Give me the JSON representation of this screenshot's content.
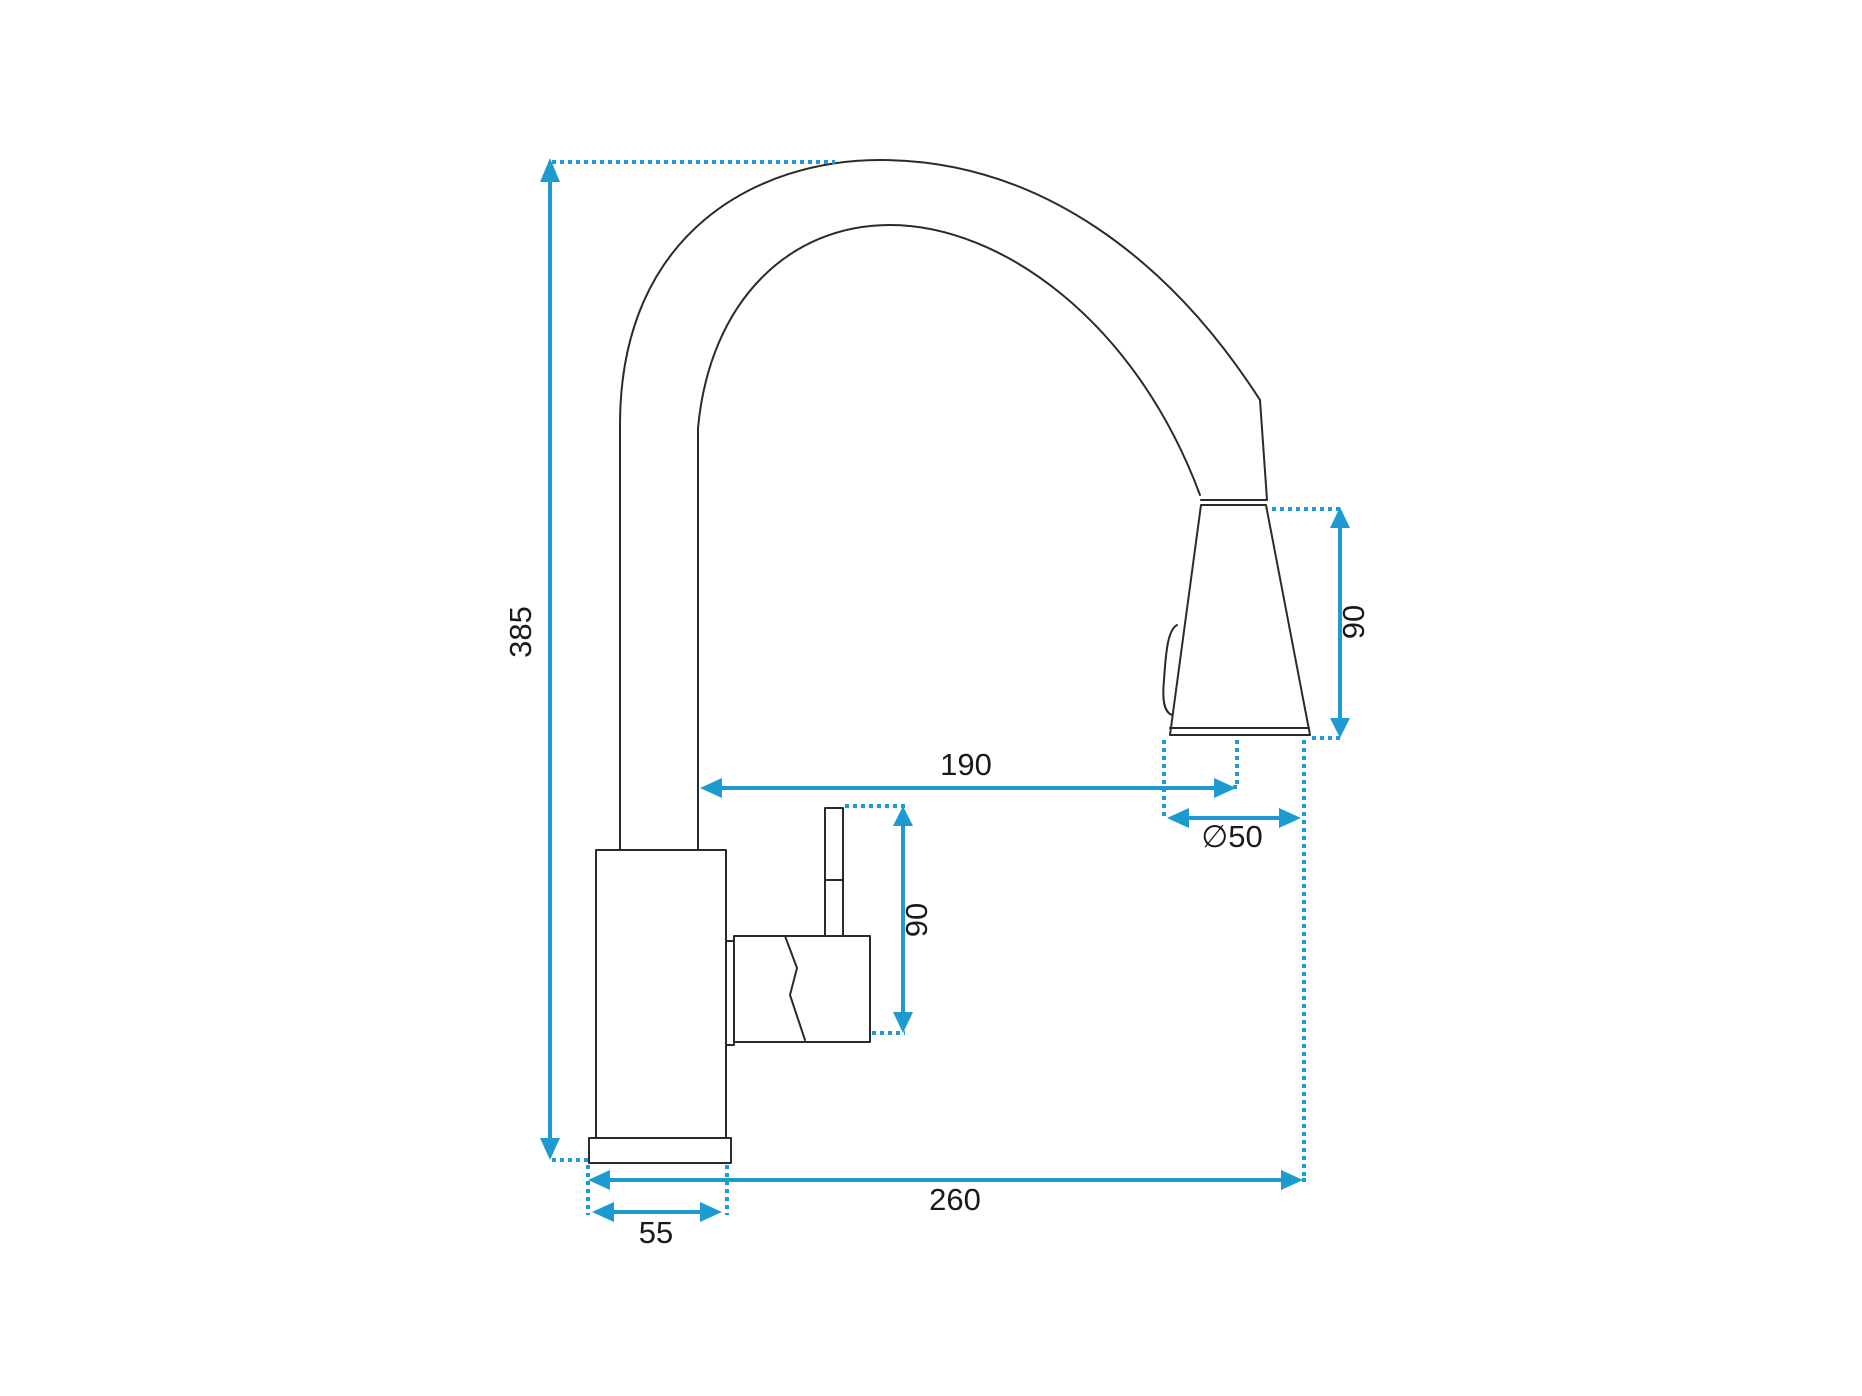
{
  "dimensions": {
    "total_height": "385",
    "spout_reach": "190",
    "total_depth": "260",
    "base_diameter": "55",
    "spray_head_height": "90",
    "handle_height": "90",
    "spray_head_diameter": "∅50"
  },
  "colors": {
    "dimension": "#1d9bd0",
    "outline": "#2b2b2b",
    "text": "#1a1a1a"
  }
}
